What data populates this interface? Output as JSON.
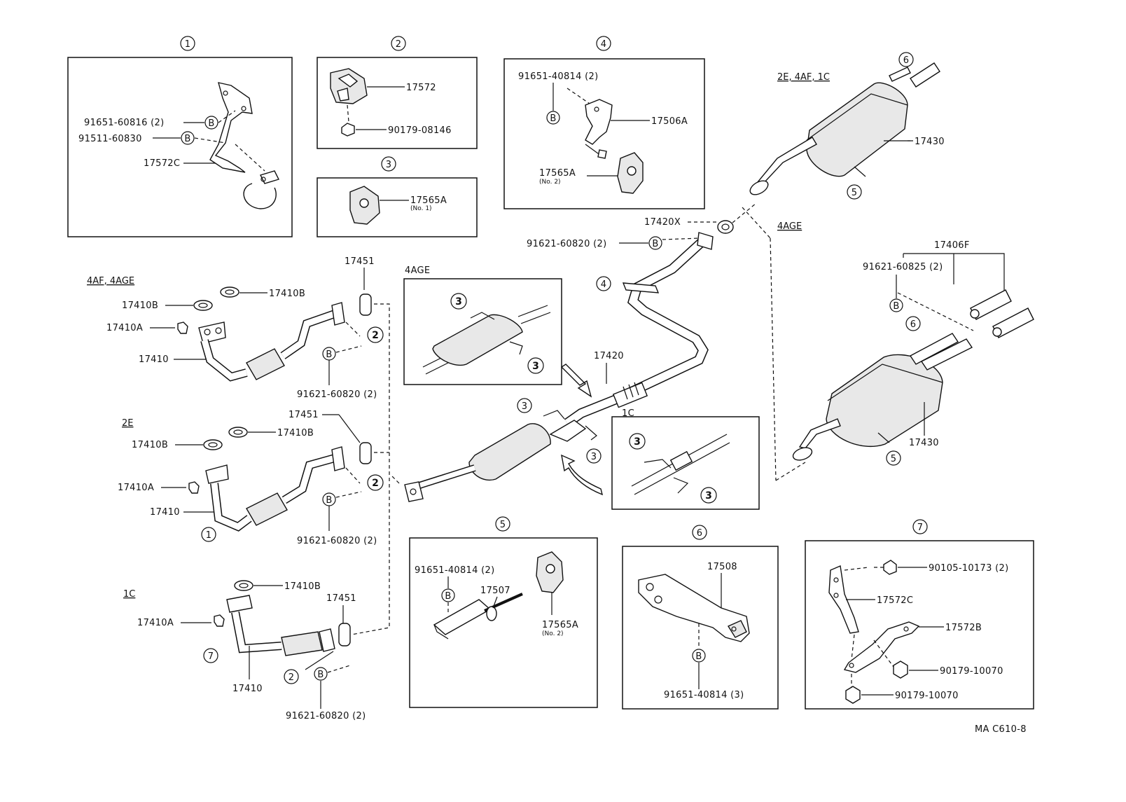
{
  "diagram": {
    "code": "MA C610-8",
    "circles": {
      "c1": "1",
      "c2": "2",
      "c3": "3",
      "c4": "4",
      "c5": "5",
      "c6": "6",
      "c7": "7",
      "b": "B"
    },
    "labels": {
      "p91651_60816": "91651-60816 (2)",
      "p91511_60830": "91511-60830",
      "p17572C": "17572C",
      "p17572": "17572",
      "p90179_08146": "90179-08146",
      "p17565A": "17565A",
      "no1": "(No. 1)",
      "no2": "(No. 2)",
      "p91651_40814_2": "91651-40814 (2)",
      "p91651_40814_3": "91651-40814 (3)",
      "p17506A": "17506A",
      "h2e4af1c": "2E, 4AF, 1C",
      "p17430": "17430",
      "p17420X": "17420X",
      "p91621_60820": "91621-60820 (2)",
      "h4age": "4AGE",
      "p17406F": "17406F",
      "p91621_60825": "91621-60825 (2)",
      "h4af4age": "4AF, 4AGE",
      "p17451": "17451",
      "p17410B": "17410B",
      "p17410A": "17410A",
      "p17410": "17410",
      "p17420": "17420",
      "h1c": "1C",
      "h2e": "2E",
      "p17507": "17507",
      "p17508": "17508",
      "p90105_10173": "90105-10173 (2)",
      "p17572B": "17572B",
      "p90179_10070": "90179-10070"
    }
  }
}
